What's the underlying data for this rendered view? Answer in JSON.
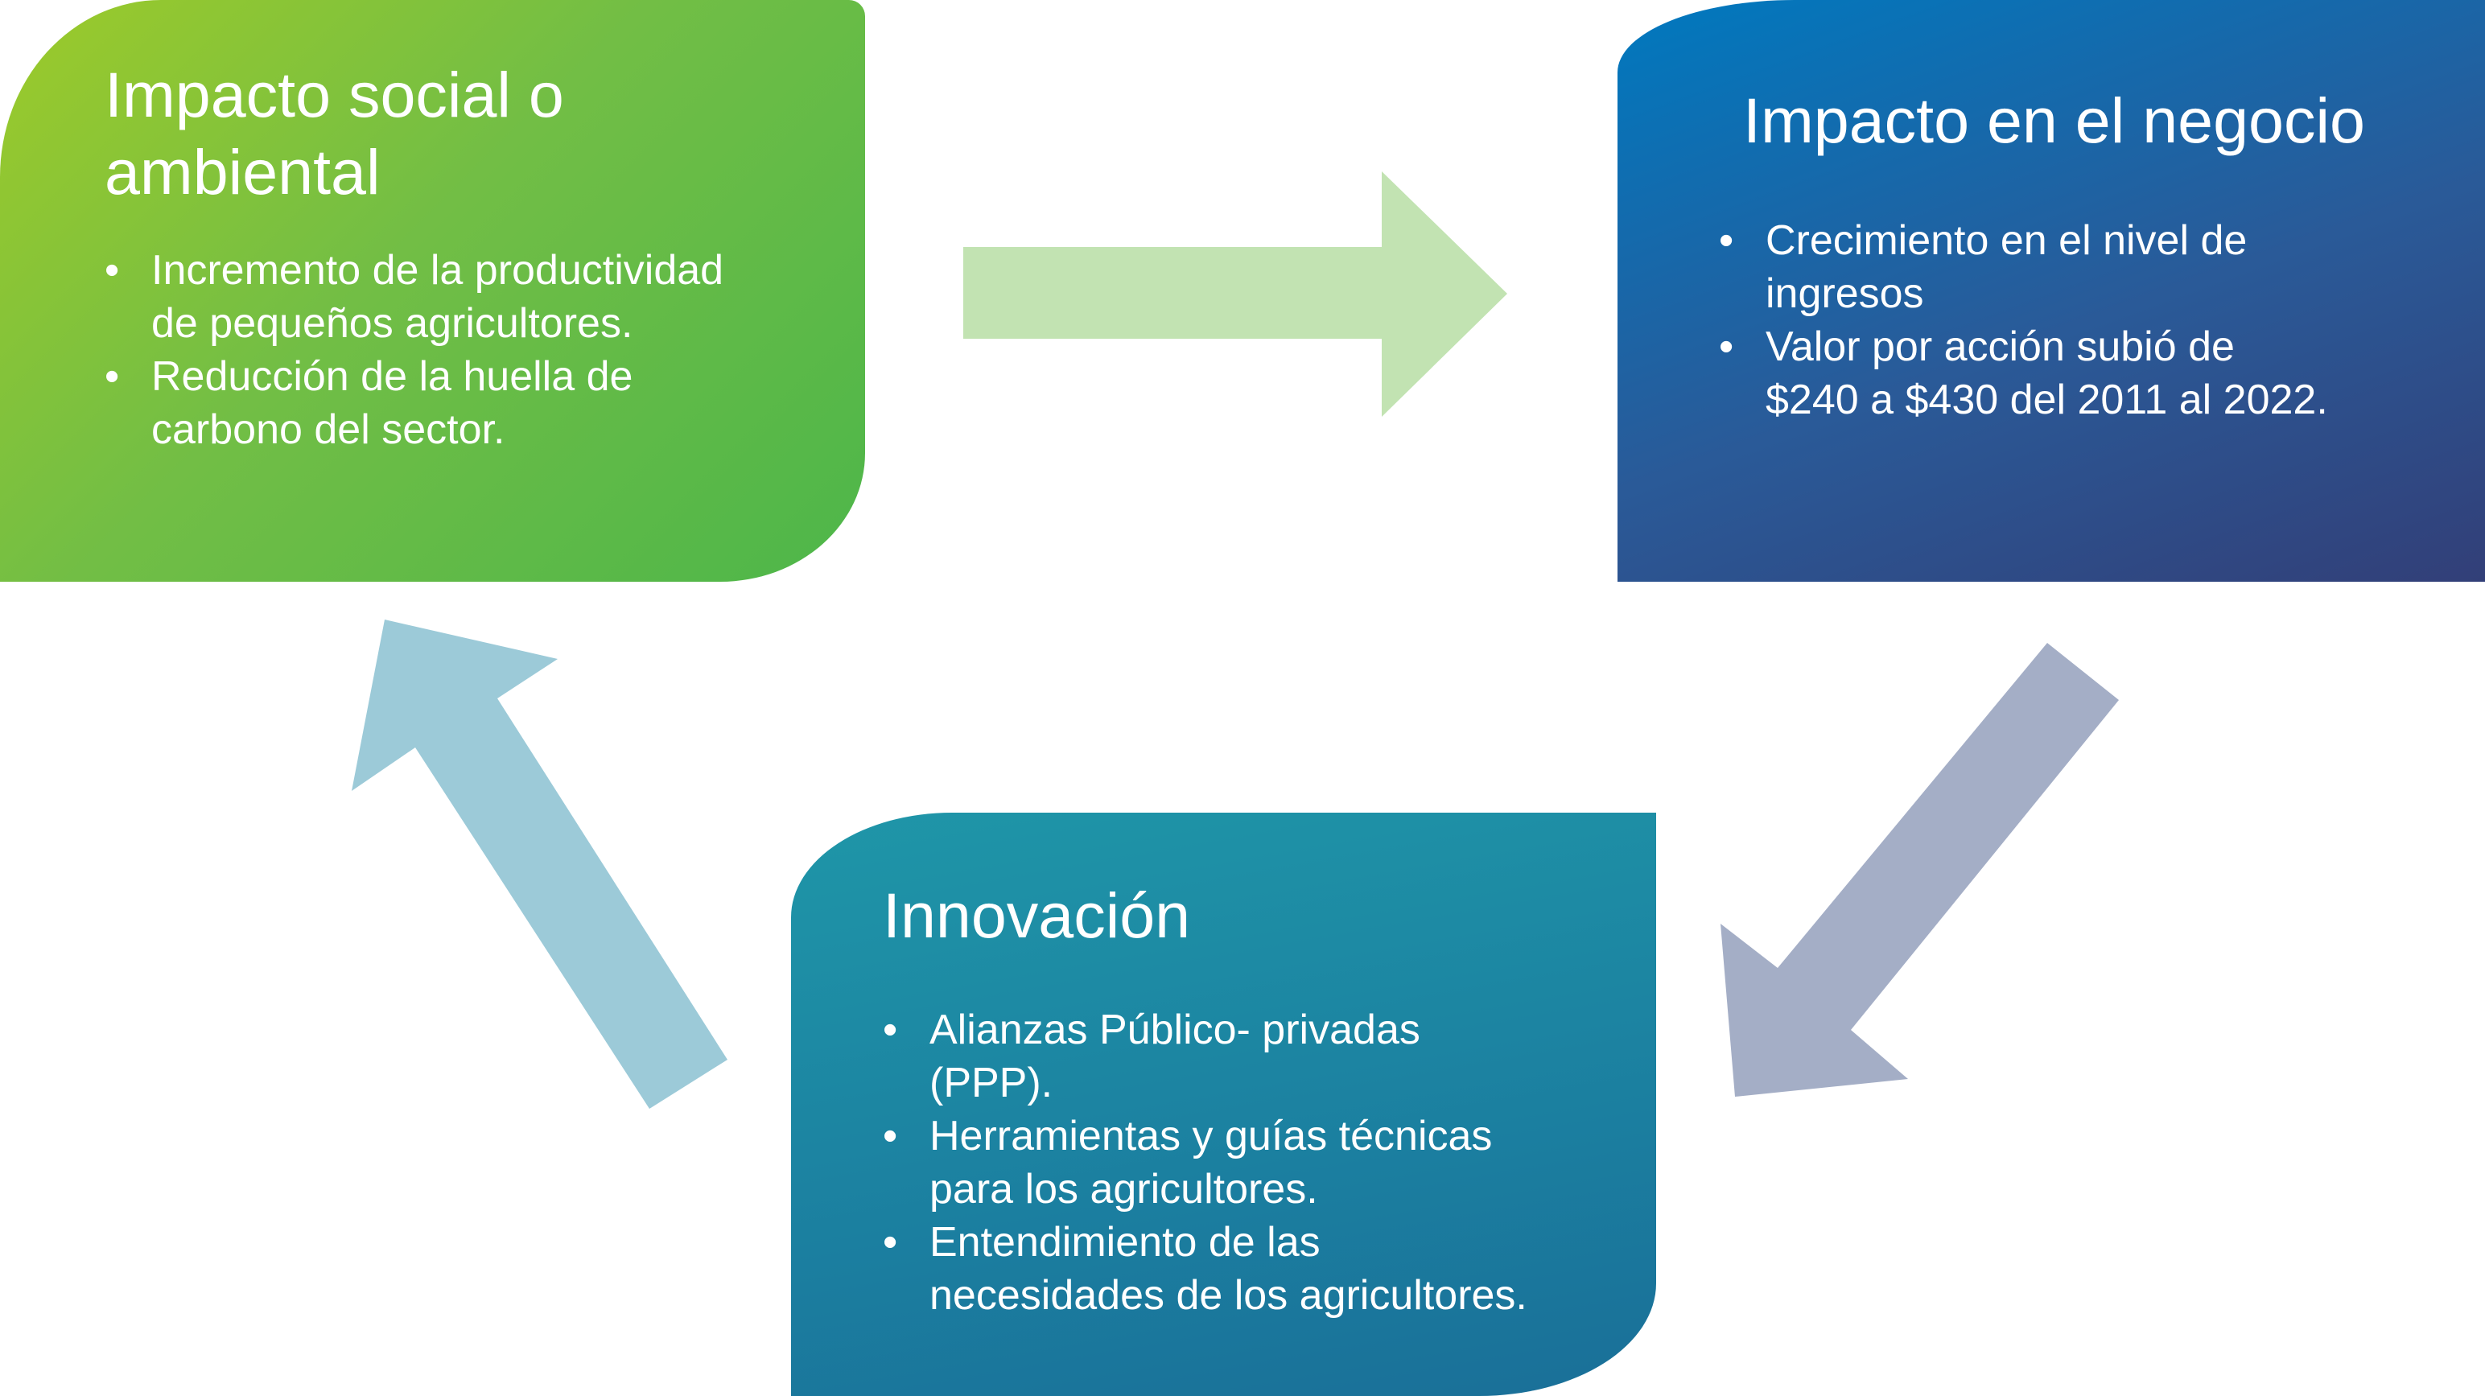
{
  "boxes": {
    "social": {
      "title_line1": "Impacto social o",
      "title_line2": "ambiental",
      "bullets": [
        {
          "line1": "Incremento de la productividad",
          "line2": "de pequeños agricultores."
        },
        {
          "line1": "Reducción de la huella de",
          "line2": "carbono del sector."
        }
      ]
    },
    "business": {
      "title": "Impacto en el negocio",
      "bullets": [
        {
          "line1": "Crecimiento en el nivel de",
          "line2": "ingresos"
        },
        {
          "line1": "Valor por acción subió de",
          "line2": "$240 a $430 del 2011 al 2022."
        }
      ]
    },
    "innovation": {
      "title": "Innovación",
      "bullets": [
        {
          "line1": "Alianzas Público- privadas",
          "line2": "(PPP)."
        },
        {
          "line1": "Herramientas y guías técnicas",
          "line2": "para los agricultores."
        },
        {
          "line1": "Entendimiento de las",
          "line2": "necesidades de los agricultores."
        }
      ]
    }
  },
  "colors": {
    "arrow_right": "#c2e3b2",
    "arrow_down_left": "#a4aec6",
    "arrow_up_left": "#9ccad8"
  }
}
